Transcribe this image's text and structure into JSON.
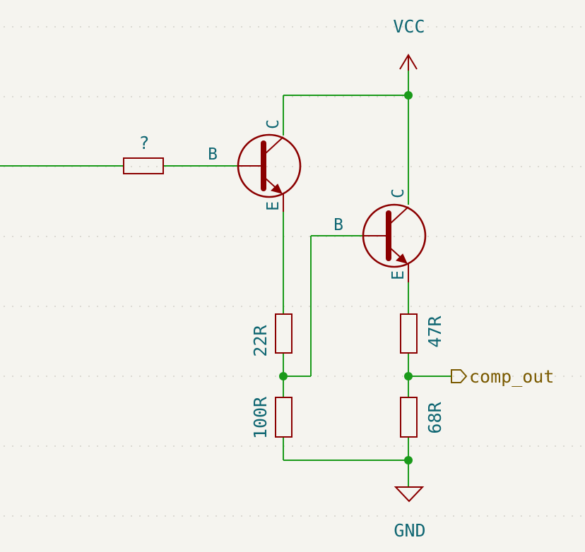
{
  "power": {
    "vcc_label": "VCC",
    "gnd_label": "GND"
  },
  "components": {
    "r_input": {
      "value": "?"
    },
    "r_22": {
      "value": "22R"
    },
    "r_100": {
      "value": "100R"
    },
    "r_47": {
      "value": "47R"
    },
    "r_68": {
      "value": "68R"
    },
    "q1": {
      "pin_b": "B",
      "pin_c": "C",
      "pin_e": "E"
    },
    "q2": {
      "pin_b": "B",
      "pin_c": "C",
      "pin_e": "E"
    }
  },
  "net_labels": {
    "output": "comp_out"
  },
  "colors": {
    "wire": "#1a9a1a",
    "component": "#8b0000",
    "text": "#0f6672",
    "global_label": "#7a5a00",
    "background": "#f5f4ef"
  }
}
